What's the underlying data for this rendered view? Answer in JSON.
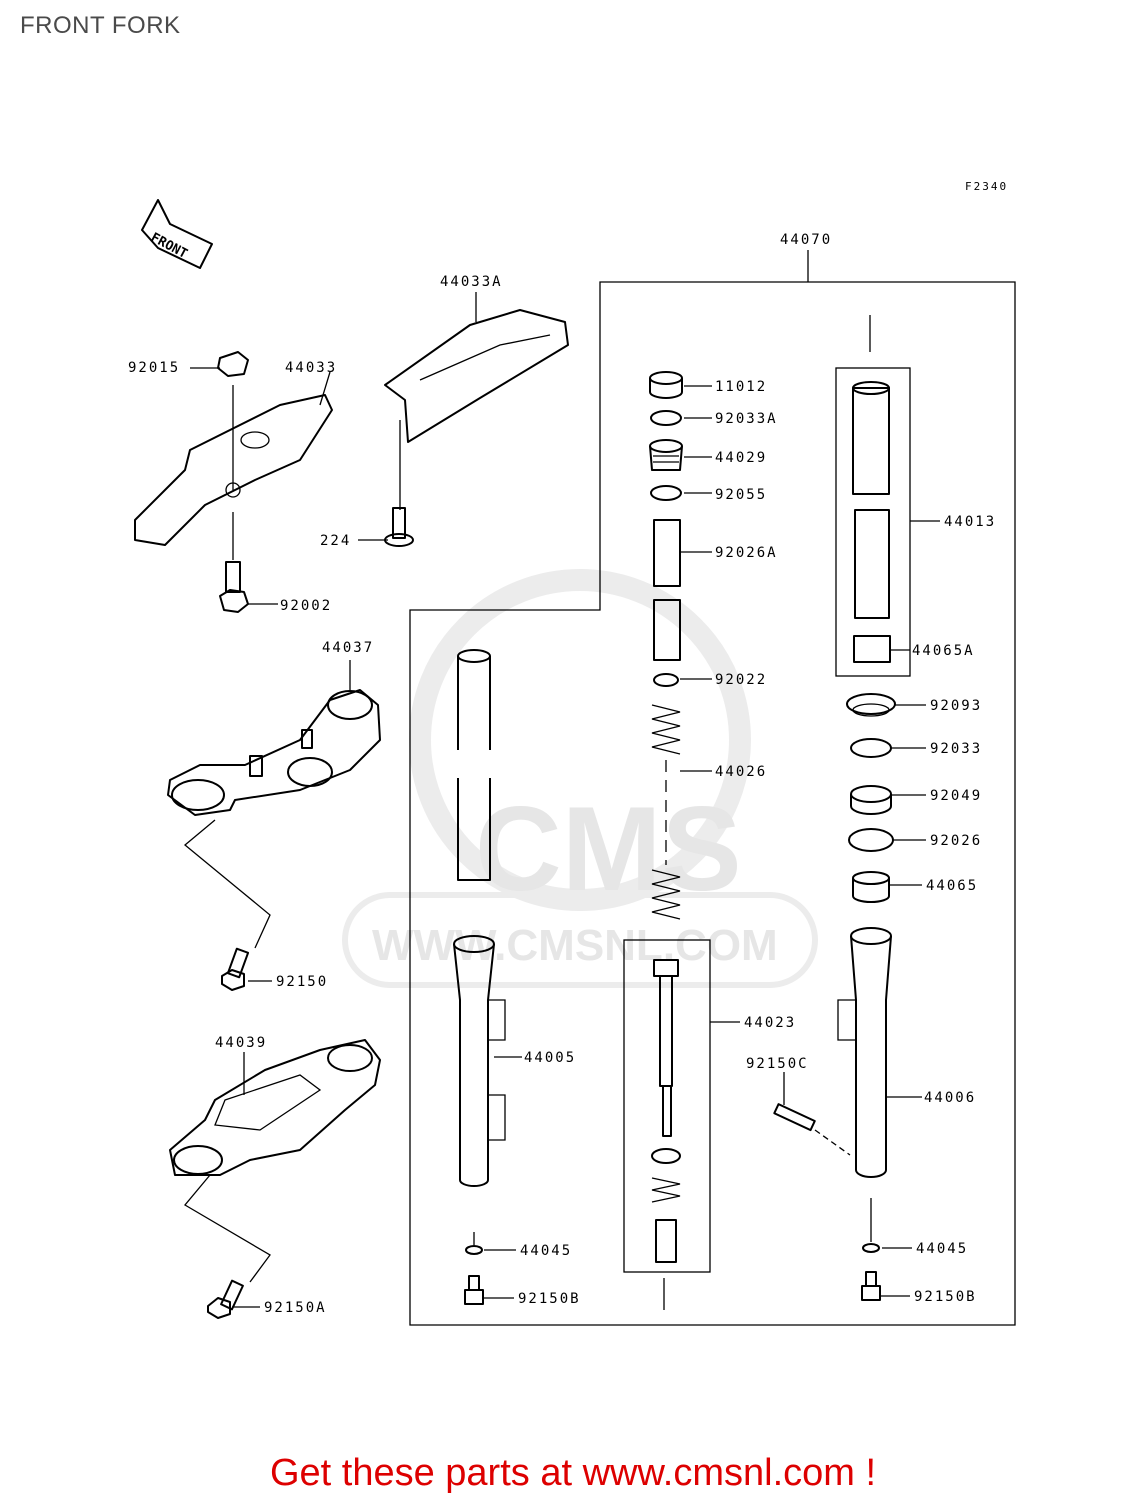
{
  "title": "FRONT FORK",
  "figure_code": "F2340",
  "front_arrow": "FRONT",
  "watermark": {
    "brand": "CMS",
    "url": "WWW.CMSNL.COM"
  },
  "callouts": [
    "44070",
    "44033A",
    "92015",
    "44033",
    "224",
    "92002",
    "11012",
    "92033A",
    "44029",
    "92055",
    "92026A",
    "44013",
    "44065A",
    "92022",
    "92093",
    "92033",
    "92049",
    "92026",
    "44065",
    "44026",
    "44037",
    "92150",
    "44023",
    "44005",
    "92150C",
    "44006",
    "44039",
    "44045",
    "92150A",
    "92150B"
  ],
  "footer": "Get these parts at www.cmsnl.com !",
  "colors": {
    "footer": "#dd0000",
    "title": "#4a4a4a",
    "watermark": "#e6e6e6"
  }
}
